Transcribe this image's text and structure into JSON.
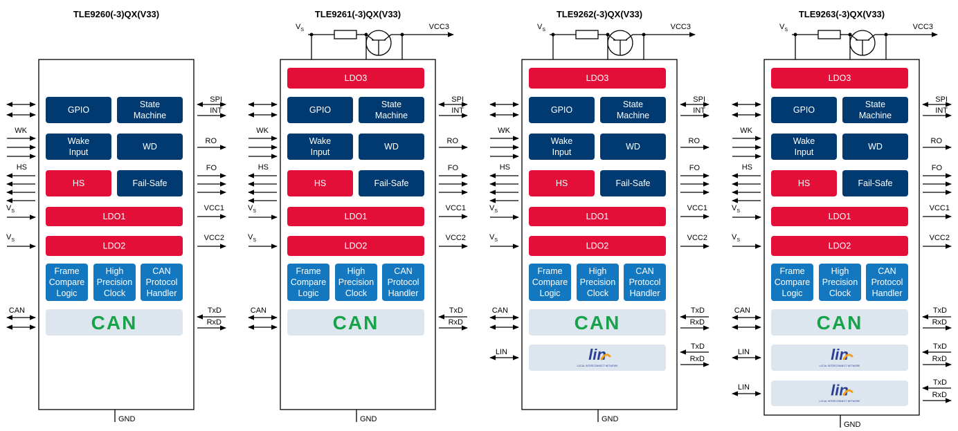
{
  "colors": {
    "navy": "#003a70",
    "red": "#e30f39",
    "blue": "#1478c0",
    "can_bg": "#dde6ef",
    "can_text": "#16a34a",
    "lin_blue": "#2a3f95",
    "lin_orange": "#f0a020",
    "line": "#000000"
  },
  "common": {
    "blocks": {
      "ldo3": "LDO3",
      "gpio": "GPIO",
      "state_machine": [
        "State",
        "Machine"
      ],
      "wake_input": [
        "Wake",
        "Input"
      ],
      "wd": "WD",
      "hs": "HS",
      "fail_safe": "Fail-Safe",
      "ldo1": "LDO1",
      "ldo2": "LDO2",
      "frame_compare": [
        "Frame",
        "Compare",
        "Logic"
      ],
      "high_precision": [
        "High",
        "Precision",
        "Clock"
      ],
      "can_protocol": [
        "CAN",
        "Protocol",
        "Handler"
      ],
      "can_logo": "CAN",
      "lin_logo": "lin",
      "lin_sub": "LOCAL INTERCONNECT NETWORK"
    },
    "pins": {
      "wk": "WK",
      "hs": "HS",
      "vs_main": "V",
      "vs_sub": "S",
      "can": "CAN",
      "lin": "LIN",
      "spi": "SPI",
      "int": "INT",
      "ro": "RO",
      "fo": "FO",
      "vcc1": "VCC1",
      "vcc2": "VCC2",
      "txd": "TxD",
      "rxd": "RxD",
      "gnd": "GND",
      "vcc3": "VCC3"
    }
  },
  "devices": [
    {
      "title": "TLE9260(-3)QX(V33)",
      "has_ldo3": false,
      "lin_count": 0
    },
    {
      "title": "TLE9261(-3)QX(V33)",
      "has_ldo3": true,
      "lin_count": 0
    },
    {
      "title": "TLE9262(-3)QX(V33)",
      "has_ldo3": true,
      "lin_count": 1
    },
    {
      "title": "TLE9263(-3)QX(V33)",
      "has_ldo3": true,
      "lin_count": 2
    }
  ]
}
